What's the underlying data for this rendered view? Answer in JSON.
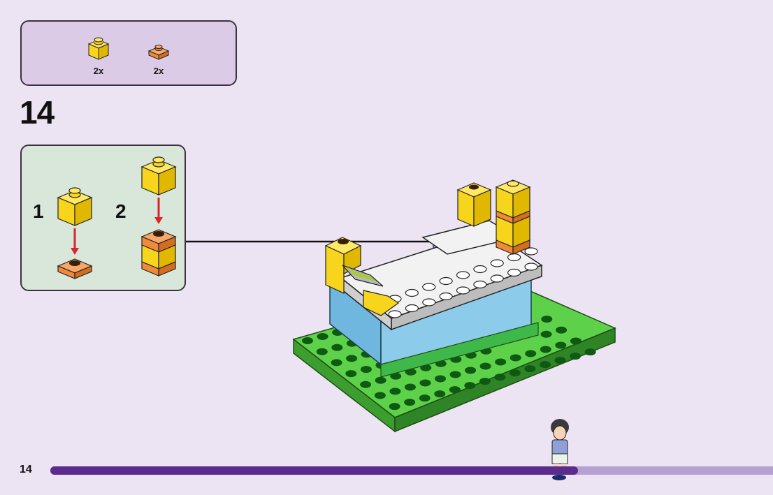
{
  "parts_list": {
    "items": [
      {
        "name": "yellow-brick-1x1",
        "qty": "2x",
        "color": "#f7d51d"
      },
      {
        "name": "orange-plate-1x1",
        "qty": "2x",
        "color": "#f08a3a"
      }
    ]
  },
  "step": {
    "number": "14"
  },
  "sub_steps": [
    {
      "number": "1"
    },
    {
      "number": "2"
    }
  ],
  "footer": {
    "page_number": "14",
    "progress": 0.73
  },
  "colors": {
    "background": "#ede4f3",
    "parts_box": "#dccbe7",
    "sub_box": "#d8e7d9",
    "progress_fill": "#5b2b8e",
    "progress_track": "#b7a1d3",
    "green_baseplate": "#4cbf3a",
    "light_blue": "#6fb7de",
    "arrow_red": "#d7262e"
  }
}
